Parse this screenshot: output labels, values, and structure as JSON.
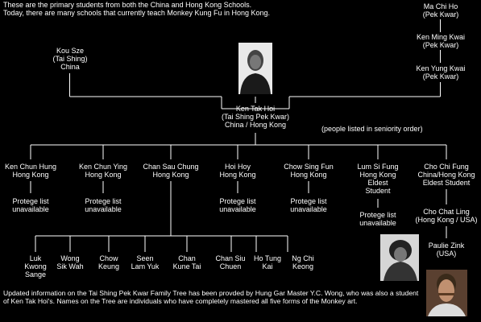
{
  "intro": [
    "These are the primary students from both the China and Hong Kong Schools.",
    "Today, there are many schools that currently teach Monkey Kung Fu in Hong Kong."
  ],
  "lineage_top": [
    [
      "Ma Chi Ho",
      "(Pek Kwar)"
    ],
    [
      "Ken Ming Kwai",
      "(Pek Kwar)"
    ],
    [
      "Ken Yung Kwai",
      "(Pek Kwar)"
    ]
  ],
  "kou_sze": [
    "Kou Sze",
    "(Tai Shing)",
    "China"
  ],
  "master": [
    "Ken Tak Hoi",
    "(Tai Shing Pek Kwar)",
    "China / Hong Kong"
  ],
  "seniority_note": "(people listed in seniority order)",
  "students": [
    [
      "Ken Chun Hung",
      "Hong Kong"
    ],
    [
      "Ken Chun Ying",
      "Hong Kong"
    ],
    [
      "Chan Sau Chung",
      "Hong Kong"
    ],
    [
      "Hoi Hoy",
      "Hong Kong"
    ],
    [
      "Chow Sing Fun",
      "Hong Kong"
    ],
    [
      "Lum Si Fung",
      "Hong Kong",
      "Eldest",
      "Student"
    ],
    [
      "Cho Chi Fung",
      "China/Hong Kong",
      "Eldest Student"
    ]
  ],
  "protege": [
    "Protege list",
    "unavailable"
  ],
  "chan_students": [
    [
      "Luk",
      "Kwong",
      "Sange"
    ],
    [
      "Wong",
      "Sik Wah"
    ],
    [
      "Chow",
      "Keung"
    ],
    [
      "Seen",
      "Lam Yuk"
    ],
    [
      "Chan",
      "Kune Tai"
    ],
    [
      "Chan Siu",
      "Chuen"
    ],
    [
      "Ho Tung",
      "Kai"
    ],
    [
      "Ng Chi",
      "Keong"
    ]
  ],
  "cho_lineage": [
    [
      "Cho Chat Ling",
      "(Hong Kong / USA)"
    ],
    [
      "Paulie Zink",
      "(USA)"
    ]
  ],
  "footer": "Updated information on the Tai Shing Pek Kwar Family Tree has been provded by Hung Gar Master Y.C. Wong, who was also a student of Ken Tak Hoi's.  Names on the Tree are individuals who have completely mastered all five forms of the Monkey art.",
  "colors": {
    "background": "#000000",
    "text": "#ffffff",
    "lines": "#ffffff"
  }
}
